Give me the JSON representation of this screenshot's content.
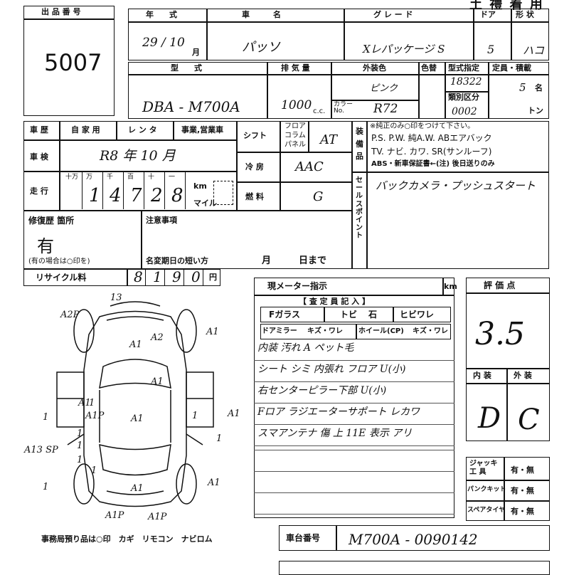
{
  "header": {
    "title": "土 禮 着 用"
  },
  "lot": {
    "label": "出 品 番 号",
    "value": "5007"
  },
  "vehicle": {
    "year_label": "年　　式",
    "year_value": "29 / 10",
    "month_unit": "月",
    "name_label": "車　　　名",
    "name_value": "パッソ",
    "grade_label": "グ レ ー ド",
    "grade_value": "Xレパッケージ S",
    "doors_label": "ドア",
    "doors_value": "5",
    "body_label": "形 状",
    "body_value": "ハコ",
    "model_label": "型　　式",
    "model_value": "DBA - M700A",
    "disp_label": "排 気 量",
    "disp_value": "1000",
    "disp_unit": "c.c.",
    "color_label": "外装色",
    "color_value": "ピンク",
    "colorcode_label": "色替",
    "color_no_label": "カラー No.",
    "color_no_value": "R72",
    "typecode_label": "型式指定",
    "typecode_value": "18322",
    "class_label": "類別区分",
    "class_value": "0002",
    "capacity_label": "定員・積載",
    "capacity_value": "5",
    "capacity_unit": "名",
    "load_unit": "トン"
  },
  "history": {
    "label": "車 歴",
    "private": "自 家 用",
    "rental": "レ ン タ",
    "business": "事業,営業車",
    "inspection_label": "車 検",
    "inspection_value": "R8 年 10 月",
    "mileage_label": "走 行",
    "digit_heads": [
      "十万",
      "万",
      "千",
      "百",
      "十",
      "一"
    ],
    "mileage_digits": [
      "1",
      "4",
      "7",
      "2",
      "8"
    ],
    "km_label": "km",
    "mile_label": "マイル"
  },
  "shift": {
    "label": "シフト",
    "floor": "フロア",
    "column": "コラム",
    "paddle": "パネル",
    "value": "AT"
  },
  "ac": {
    "label": "冷 房",
    "value": "AAC"
  },
  "fuel": {
    "label": "燃 料",
    "value": "G"
  },
  "equipment": {
    "label": "装 備 品",
    "note": "※純正のみ○印をつけて下さい。",
    "line1": "P.S. P.W. 純A.W. ABエアバック",
    "line2": "TV. ナビ. カワ. SR(サンルーフ)",
    "line3": "ABS・新車保証書←(注) 後日送りのみ"
  },
  "sales_point": {
    "label": "セ ー ル ス ポ イ ン ト",
    "value": "バックカメラ・プッシュスタート"
  },
  "repair": {
    "label": "修復歴 箇所",
    "value": "有",
    "note": "(有の場合は○印を)"
  },
  "notes": {
    "label": "注意事項",
    "name_change": "名変期日の短い方",
    "month": "月",
    "day": "日まで"
  },
  "recycle": {
    "label": "リサイクル料",
    "digits": [
      "8",
      "1",
      "9",
      "0"
    ],
    "unit": "円"
  },
  "meter": {
    "label": "現メーター指示",
    "unit": "km"
  },
  "inspector": {
    "title": "【 査 定 員 記 入 】",
    "fglass": "Fガラス",
    "tobi": "トビ",
    "ishi": "石",
    "hibi": "ヒビワレ",
    "mirror": "ドアミラー",
    "kizu": "キズ・ワレ",
    "wheel": "ホイール(CP)",
    "kizu2": "キズ・ワレ",
    "comments": [
      "内装 汚れ A ペット毛",
      "シート シミ  内張れ フロア U(小)",
      "右センターピラー下部 U(小)",
      "Fロア ラジエーターサポート レカワ",
      "スマアンテナ 傷 上 11E 表示 アリ"
    ]
  },
  "grade": {
    "label": "評 価 点",
    "value": "3.5",
    "interior_label": "内 装",
    "exterior_label": "外 装",
    "interior_value": "D",
    "exterior_value": "C"
  },
  "tools": {
    "jack_label": "ジャッキ 工 具",
    "punc_label": "パンクキット",
    "spare_label": "スペアタイヤ",
    "yesno": "有・無"
  },
  "chassis": {
    "label": "車台番号",
    "value": "M700A - 0090142"
  },
  "diagram": {
    "marks": [
      "A1",
      "A1",
      "A1",
      "A1",
      "A1",
      "A1",
      "A1",
      "A1",
      "1",
      "1",
      "1",
      "1",
      "1",
      "1",
      "1",
      "1",
      "1",
      "13",
      "A2P",
      "A2",
      "A1P",
      "A1P",
      "A1P",
      "A13 SP"
    ],
    "footer": "事務局預り品は○印　カギ　リモコン　ナビロム"
  }
}
